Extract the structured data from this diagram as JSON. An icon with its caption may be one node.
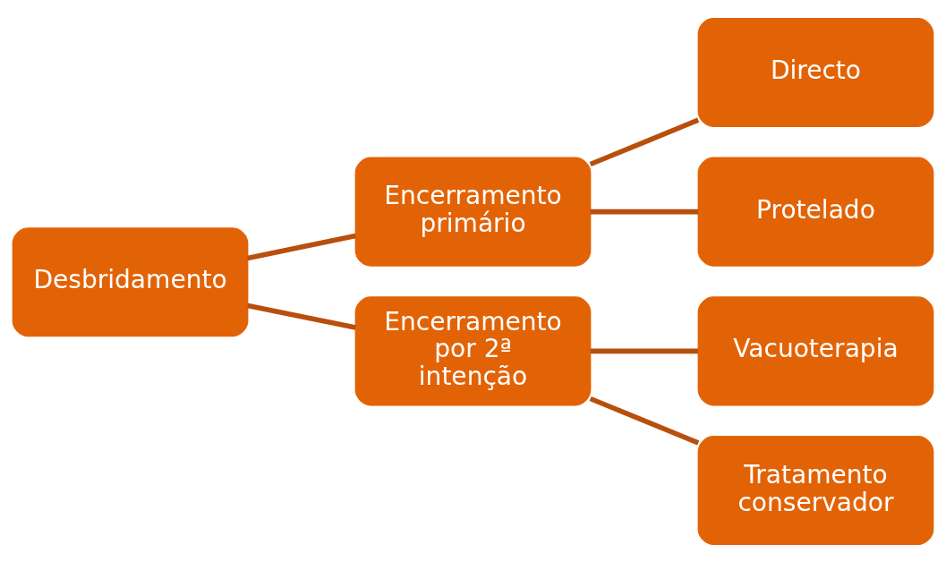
{
  "diagram": {
    "nodes": [
      {
        "text": [
          "Desbridamento"
        ]
      },
      {
        "text": [
          "Encerramento primário"
        ]
      },
      {
        "text": [
          "Encerramento por 2ª intenção"
        ]
      },
      {
        "text": [
          "Directo"
        ]
      },
      {
        "text": [
          "Protelado"
        ]
      },
      {
        "text": [
          "Vacuoterapia"
        ]
      },
      {
        "text": [
          "Tratamento conservador"
        ]
      }
    ],
    "edges": [
      {
        "from": 0,
        "to": 1,
        "arrow": "none"
      },
      {
        "from": 0,
        "to": 2,
        "arrow": "none"
      },
      {
        "from": 1,
        "to": 3,
        "arrow": "none"
      },
      {
        "from": 1,
        "to": 4,
        "arrow": "none"
      },
      {
        "from": 2,
        "to": 5,
        "arrow": "none"
      },
      {
        "from": 2,
        "to": 6,
        "arrow": "none"
      }
    ]
  }
}
